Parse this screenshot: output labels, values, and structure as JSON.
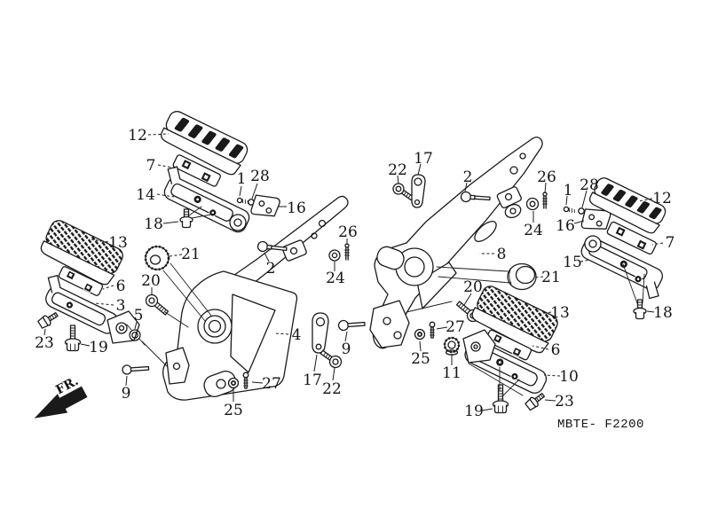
{
  "diagram": {
    "code": "MBTE- F2200",
    "direction_label": "FR.",
    "background_color": "#ffffff",
    "line_color": "#1a1a1a"
  },
  "callouts": [
    {
      "text": "12"
    },
    {
      "text": "7"
    },
    {
      "text": "14"
    },
    {
      "text": "18"
    },
    {
      "text": "1"
    },
    {
      "text": "28"
    },
    {
      "text": "16"
    },
    {
      "text": "13"
    },
    {
      "text": "6"
    },
    {
      "text": "3"
    },
    {
      "text": "23"
    },
    {
      "text": "19"
    },
    {
      "text": "5"
    },
    {
      "text": "20"
    },
    {
      "text": "21"
    },
    {
      "text": "2"
    },
    {
      "text": "24"
    },
    {
      "text": "26"
    },
    {
      "text": "9"
    },
    {
      "text": "4"
    },
    {
      "text": "17"
    },
    {
      "text": "22"
    },
    {
      "text": "27"
    },
    {
      "text": "25"
    },
    {
      "text": "9"
    },
    {
      "text": "22"
    },
    {
      "text": "17"
    },
    {
      "text": "2"
    },
    {
      "text": "26"
    },
    {
      "text": "24"
    },
    {
      "text": "1"
    },
    {
      "text": "28"
    },
    {
      "text": "16"
    },
    {
      "text": "12"
    },
    {
      "text": "7"
    },
    {
      "text": "15"
    },
    {
      "text": "8"
    },
    {
      "text": "21"
    },
    {
      "text": "20"
    },
    {
      "text": "13"
    },
    {
      "text": "6"
    },
    {
      "text": "10"
    },
    {
      "text": "27"
    },
    {
      "text": "25"
    },
    {
      "text": "11"
    },
    {
      "text": "19"
    },
    {
      "text": "23"
    },
    {
      "text": "18"
    }
  ]
}
